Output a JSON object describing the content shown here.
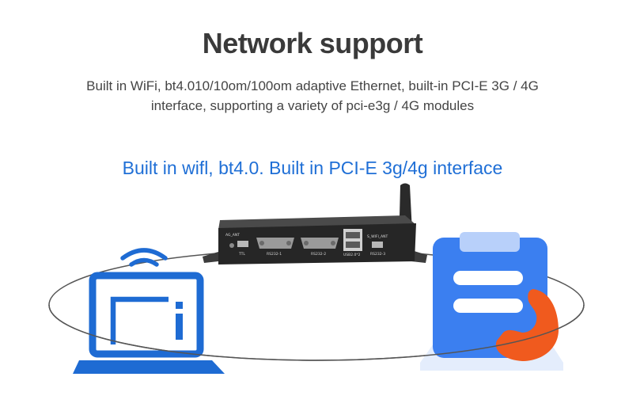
{
  "header": {
    "title": "Network support",
    "description_line1": "Built in WiFi, bt4.010/10om/100om adaptive Ethernet, built-in PCI-E 3G / 4G",
    "description_line2": "interface, supporting a variety of pci-e3g / 4G modules"
  },
  "highlight": {
    "subtitle": "Built in wifl, bt4.0. Built in PCI-E 3g/4g interface"
  },
  "device": {
    "ports": {
      "ag_ant": "AG_ANT",
      "ttl": "TTL",
      "rs232_1": "RS232-1",
      "rs232_2": "RS232-2",
      "usb": "USB2.0*2",
      "s_wifi_ant": "S_WIFI_ANT",
      "rs232_3": "RS232-3"
    }
  },
  "icons": {
    "laptop": "laptop-wifi-icon",
    "clipboard": "clipboard-phone-icon"
  },
  "colors": {
    "title": "#3a3a3a",
    "accent_blue": "#1f6fd6",
    "laptop_blue": "#1e6bd3",
    "clipboard_blue": "#3b7ff0",
    "phone_orange": "#f05a1e",
    "orbit": "#555555"
  }
}
